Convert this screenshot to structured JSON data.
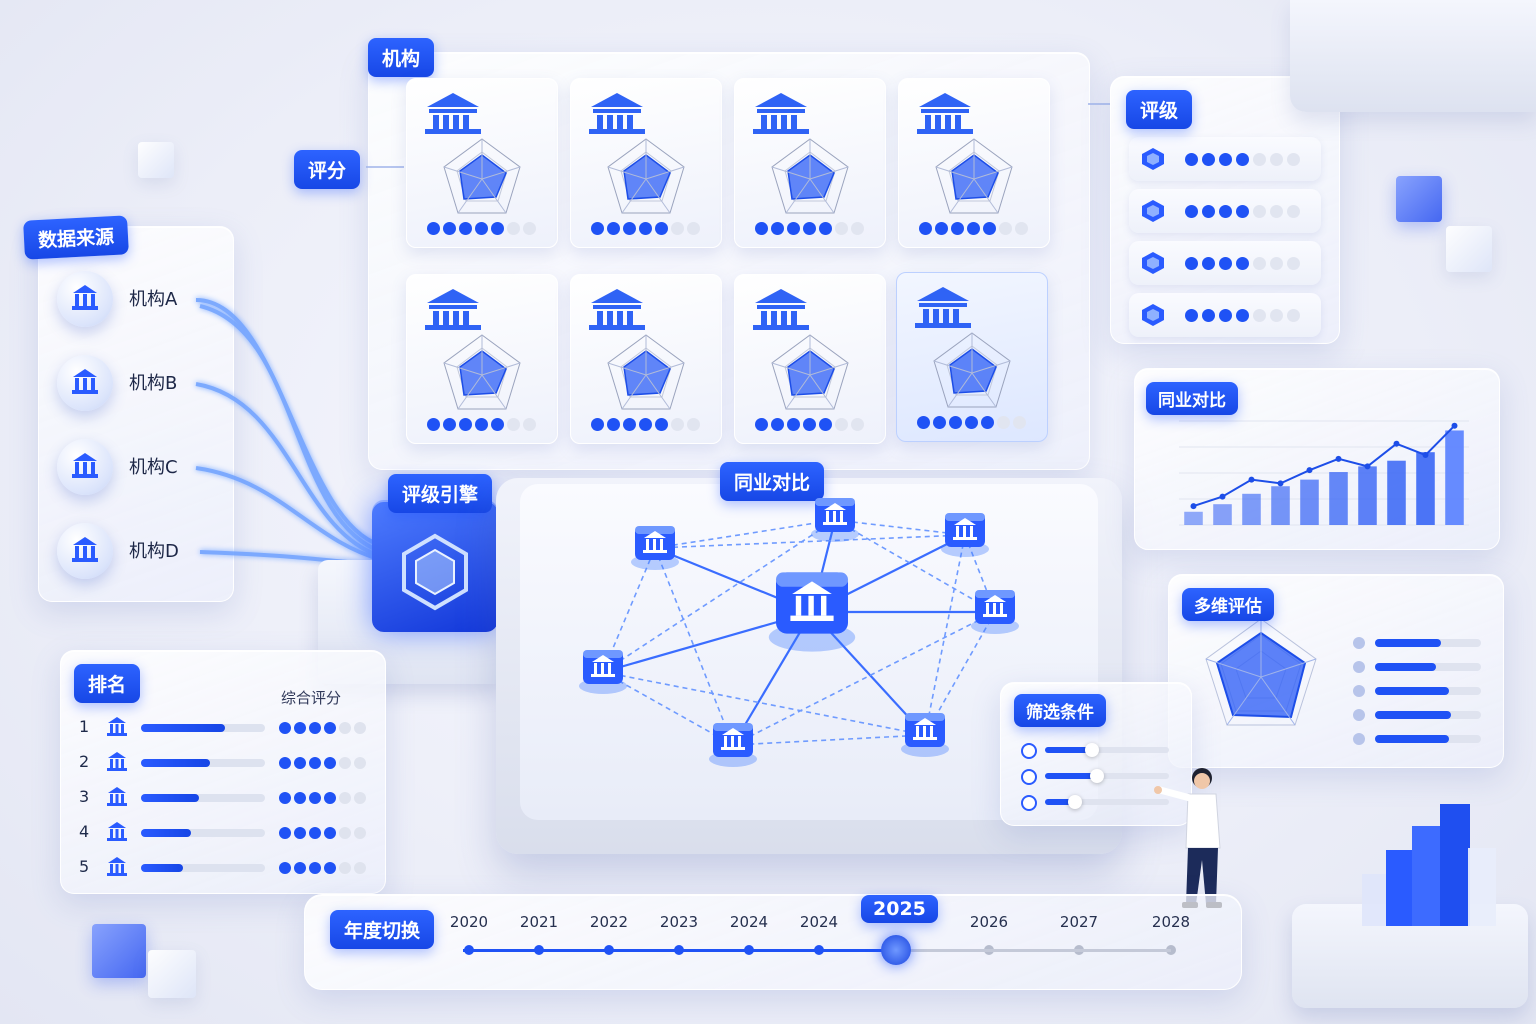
{
  "institutions": {
    "tag": "机构",
    "score_tag": "评分",
    "cards": [
      {
        "rating": 5,
        "selected": false
      },
      {
        "rating": 5,
        "selected": false
      },
      {
        "rating": 5,
        "selected": false
      },
      {
        "rating": 5,
        "selected": false
      },
      {
        "rating": 5,
        "selected": false
      },
      {
        "rating": 5,
        "selected": false
      },
      {
        "rating": 5,
        "selected": false
      },
      {
        "rating": 5,
        "selected": true
      }
    ]
  },
  "ratings": {
    "tag": "评级",
    "rows": [
      {
        "filled": 4,
        "total": 7
      },
      {
        "filled": 4,
        "total": 7
      },
      {
        "filled": 4,
        "total": 7
      },
      {
        "filled": 4,
        "total": 7
      }
    ]
  },
  "data_source": {
    "tag": "数据来源",
    "items": [
      "机构A",
      "机构B",
      "机构C",
      "机构D"
    ]
  },
  "engine": {
    "tag": "评级引擎"
  },
  "peer_network": {
    "tag": "同业对比"
  },
  "peer_chart": {
    "tag": "同业对比"
  },
  "chart_data": {
    "type": "bar",
    "title": "同业对比",
    "categories": [
      "",
      "",
      "",
      "",
      "",
      "",
      "",
      "",
      "",
      ""
    ],
    "values": [
      14,
      22,
      33,
      41,
      48,
      56,
      62,
      68,
      77,
      100
    ],
    "line": [
      20,
      30,
      48,
      44,
      58,
      70,
      62,
      86,
      74,
      105
    ],
    "ylim": [
      0,
      110
    ],
    "grid": true
  },
  "multidim": {
    "tag": "多维评估",
    "bars": [
      0.62,
      0.58,
      0.7,
      0.72,
      0.7
    ]
  },
  "ranking": {
    "tag": "排名",
    "header": "综合评分",
    "rows": [
      {
        "rank": "1",
        "bar": 0.68,
        "dots": 4
      },
      {
        "rank": "2",
        "bar": 0.56,
        "dots": 4
      },
      {
        "rank": "3",
        "bar": 0.47,
        "dots": 4
      },
      {
        "rank": "4",
        "bar": 0.4,
        "dots": 4
      },
      {
        "rank": "5",
        "bar": 0.34,
        "dots": 4
      }
    ]
  },
  "filters": {
    "tag": "筛选条件",
    "sliders": [
      0.38,
      0.42,
      0.24
    ]
  },
  "timeline": {
    "tag": "年度切换",
    "years": [
      "2020",
      "2021",
      "2022",
      "2023",
      "2024",
      "2024",
      "2026",
      "2027",
      "2028"
    ],
    "current": "2025"
  },
  "colors": {
    "accent": "#1f52f5",
    "accent_dark": "#1747e6"
  }
}
